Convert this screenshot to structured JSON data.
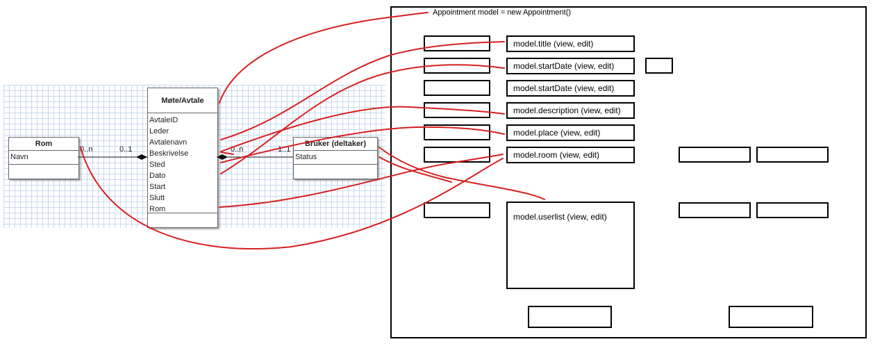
{
  "uml": {
    "rom": {
      "title": "Rom",
      "attributes": [
        "Navn"
      ]
    },
    "mote": {
      "title": "Møte/Avtale",
      "attributes": [
        "AvtaleID",
        "Leder",
        "Avtalenavn",
        "Beskrivelse",
        "Sted",
        "Dato",
        "Start",
        "Slutt",
        "Rom"
      ]
    },
    "bruker": {
      "title": "Bruker (deltaker)",
      "attributes": [
        "Status"
      ]
    },
    "multiplicities": {
      "rom_side": "0..n",
      "mote_rom_side": "0..1",
      "mote_bruker_side": "0..n",
      "bruker_side": "1..1"
    }
  },
  "form": {
    "header": "Appointment model = new Appointment()",
    "fields": {
      "title": "model.title (view, edit)",
      "start_date_1": "model.startDate (view, edit)",
      "start_date_2": "model.startDate (view, edit)",
      "description": "model.description (view, edit)",
      "place": "model.place (view, edit)",
      "room": "model.room (view, edit)",
      "userlist": "model.userlist (view, edit)"
    }
  },
  "colors": {
    "connector": "#d62020",
    "frame": "#000000",
    "grid": "#c9d9ee"
  }
}
